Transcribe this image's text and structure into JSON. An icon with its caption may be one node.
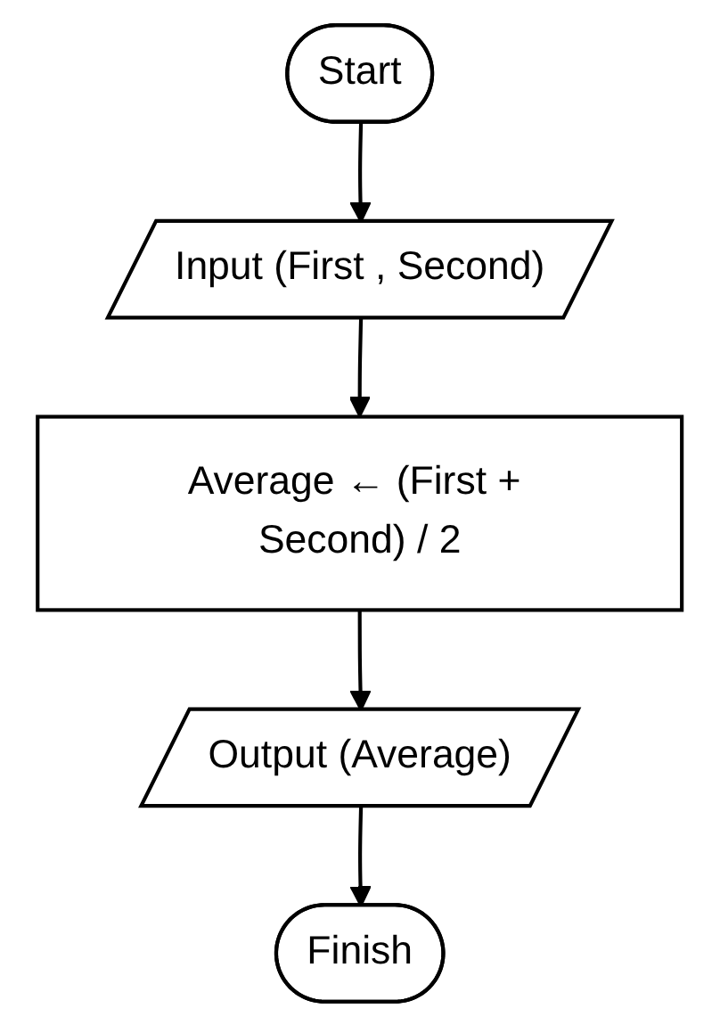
{
  "diagram": {
    "nodes": [
      {
        "text": [
          "Start"
        ]
      },
      {
        "text": [
          "Input (First , Second)"
        ]
      },
      {
        "text": [
          "Average ← (First + Second) / 2"
        ]
      },
      {
        "text": [
          "Output (Average)"
        ]
      },
      {
        "text": [
          "Finish"
        ]
      }
    ],
    "edges": [
      {
        "from": 0,
        "to": 1,
        "arrow": "to"
      },
      {
        "from": 1,
        "to": 2,
        "arrow": "to"
      },
      {
        "from": 2,
        "to": 3,
        "arrow": "to"
      },
      {
        "from": 3,
        "to": 4,
        "arrow": "to"
      }
    ]
  }
}
